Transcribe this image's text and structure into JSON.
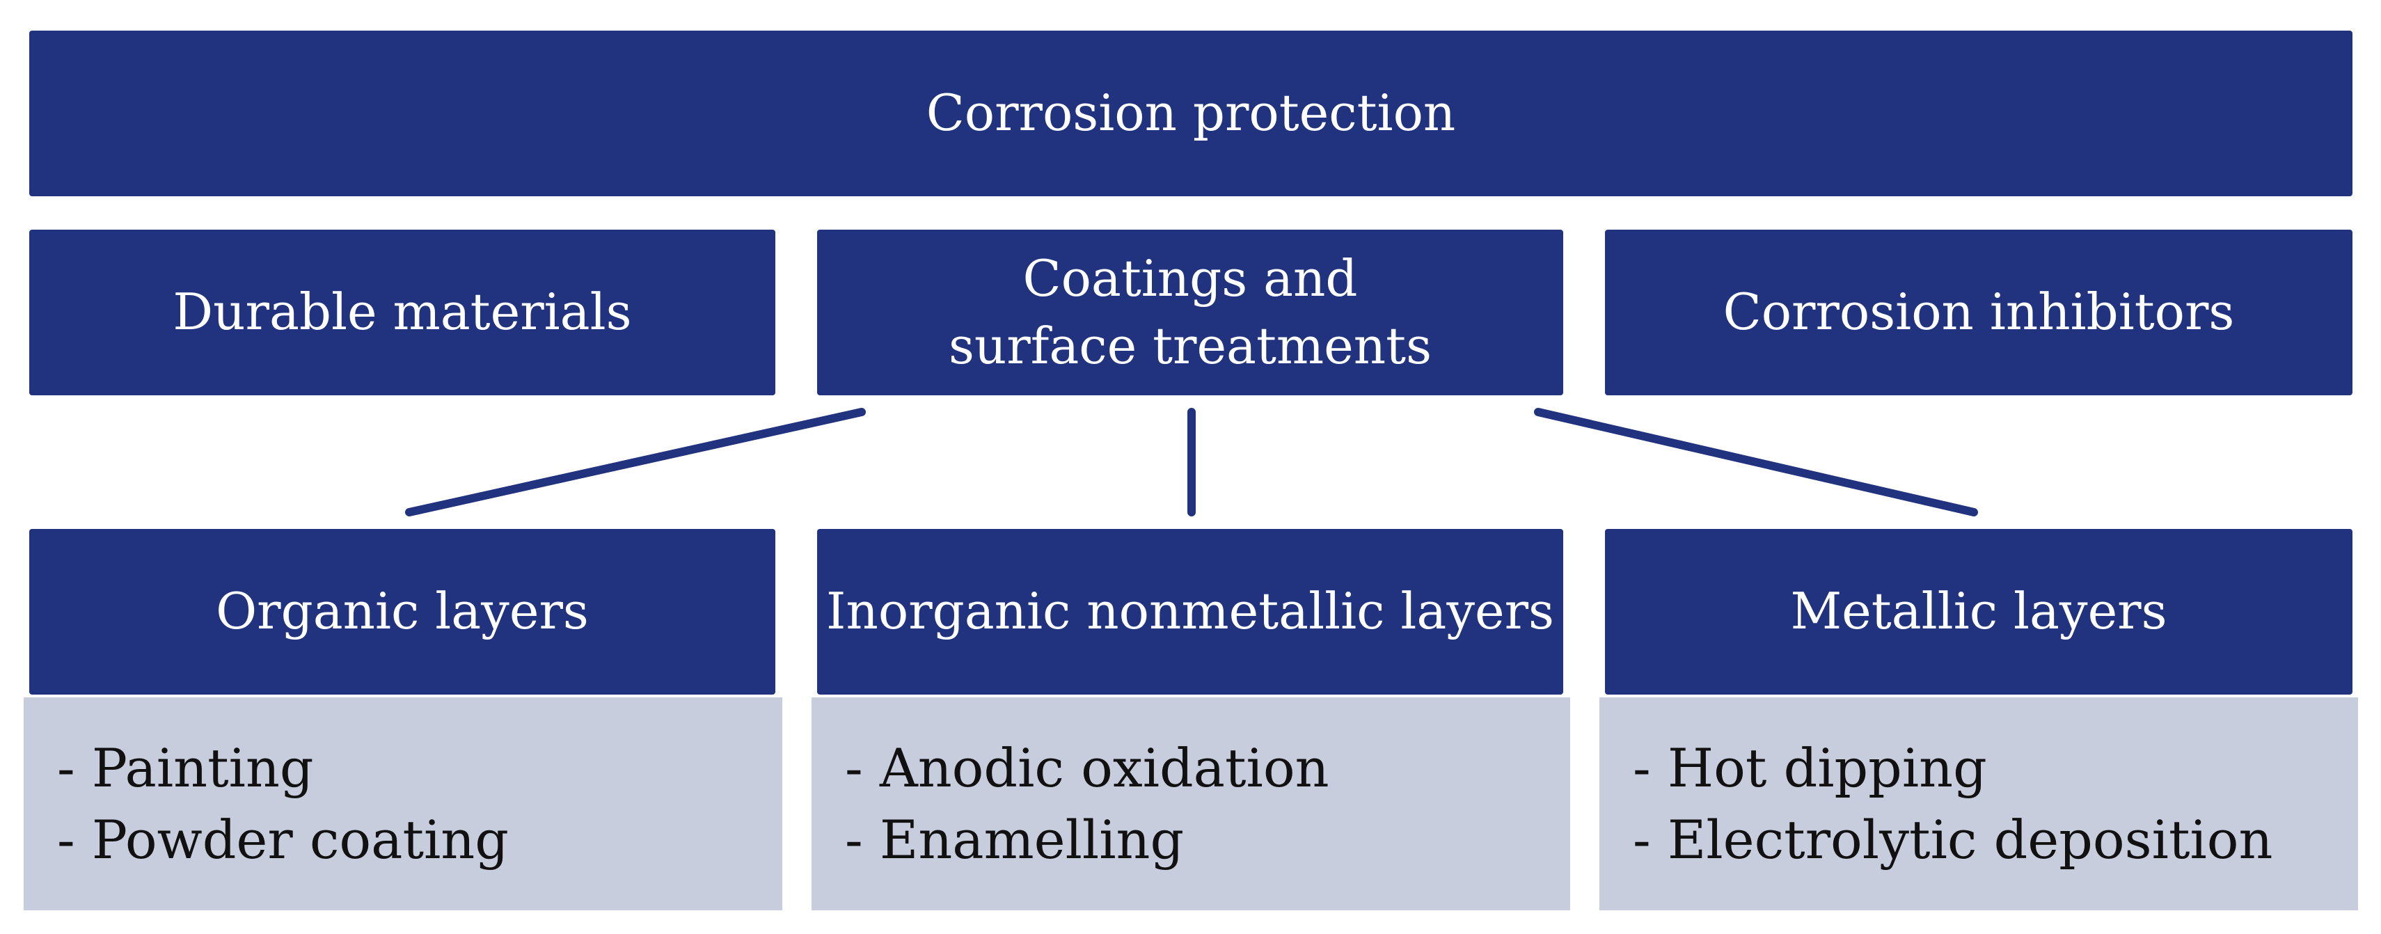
{
  "colors": {
    "header_fill": "#21337f",
    "detail_fill": "#c8cddd",
    "connector": "#21337f",
    "header_text": "#ffffff",
    "detail_text": "#111111"
  },
  "root": {
    "label": "Corrosion protection"
  },
  "methods": [
    {
      "label": "Durable materials"
    },
    {
      "label": "Coatings and\nsurface treatments"
    },
    {
      "label": "Corrosion inhibitors"
    }
  ],
  "layer_types": [
    {
      "label": "Organic layers",
      "items": [
        "- Painting",
        "- Powder coating"
      ]
    },
    {
      "label": "Inorganic nonmetallic layers",
      "items": [
        "- Anodic oxidation",
        "- Enamelling"
      ]
    },
    {
      "label": "Metallic layers",
      "items": [
        "- Hot dipping",
        "- Electrolytic deposition"
      ]
    }
  ]
}
